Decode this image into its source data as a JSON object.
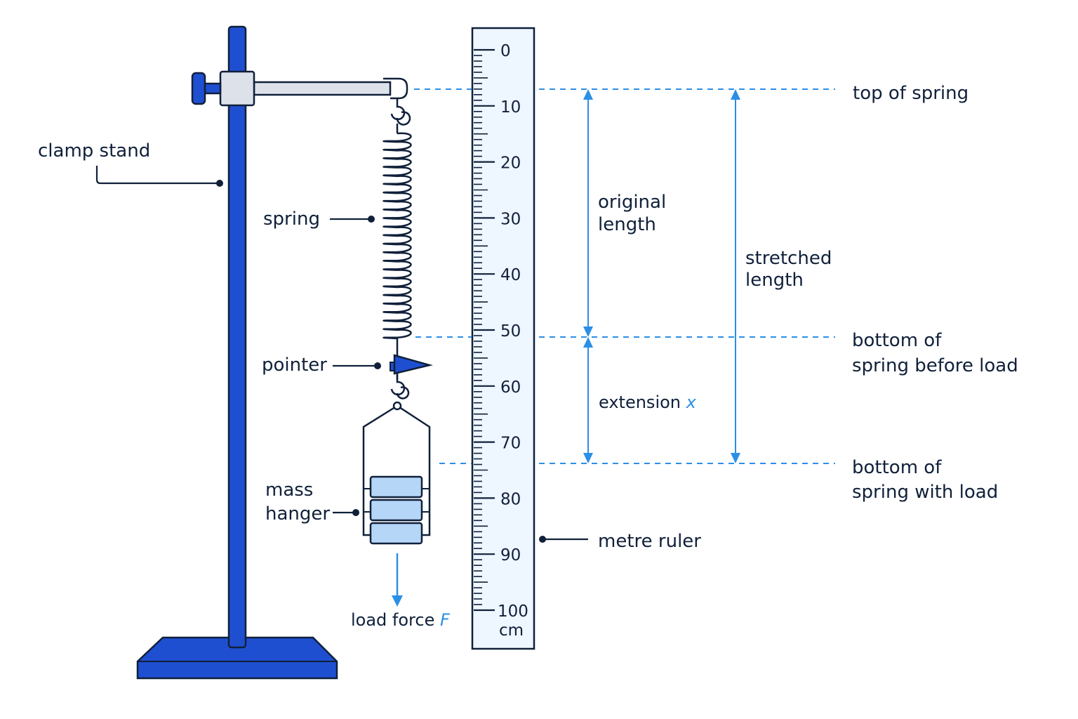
{
  "colors": {
    "stand_blue": "#1f4fd1",
    "outline": "#10203a",
    "accent_blue": "#2b8fe6",
    "ruler_fill": "#eef6ff",
    "mass_fill": "#b5d6f7",
    "clamp_fill": "#dde2ea"
  },
  "labels": {
    "clamp_stand": "clamp stand",
    "spring": "spring",
    "pointer": "pointer",
    "mass_hanger_line1": "mass",
    "mass_hanger_line2": "hanger",
    "load_force": "load force ",
    "load_force_symbol": "F",
    "metre_ruler": "metre ruler",
    "original_length_line1": "original",
    "original_length_line2": "length",
    "stretched_length_line1": "stretched",
    "stretched_length_line2": "length",
    "extension": "extension ",
    "extension_symbol": "x",
    "top_of_spring": "top of spring",
    "bottom_before_line1": "bottom of",
    "bottom_before_line2": "spring before load",
    "bottom_with_line1": "bottom of",
    "bottom_with_line2": "spring with load"
  },
  "ruler": {
    "min_cm": 0,
    "max_cm": 100,
    "unit": "cm",
    "tick_labels": [
      "0",
      "10",
      "20",
      "30",
      "40",
      "50",
      "60",
      "70",
      "80",
      "90",
      "100"
    ]
  },
  "icons": {
    "masses": "slotted-mass-icon",
    "hook": "hook-icon",
    "pointer": "pointer-arrow-icon"
  }
}
